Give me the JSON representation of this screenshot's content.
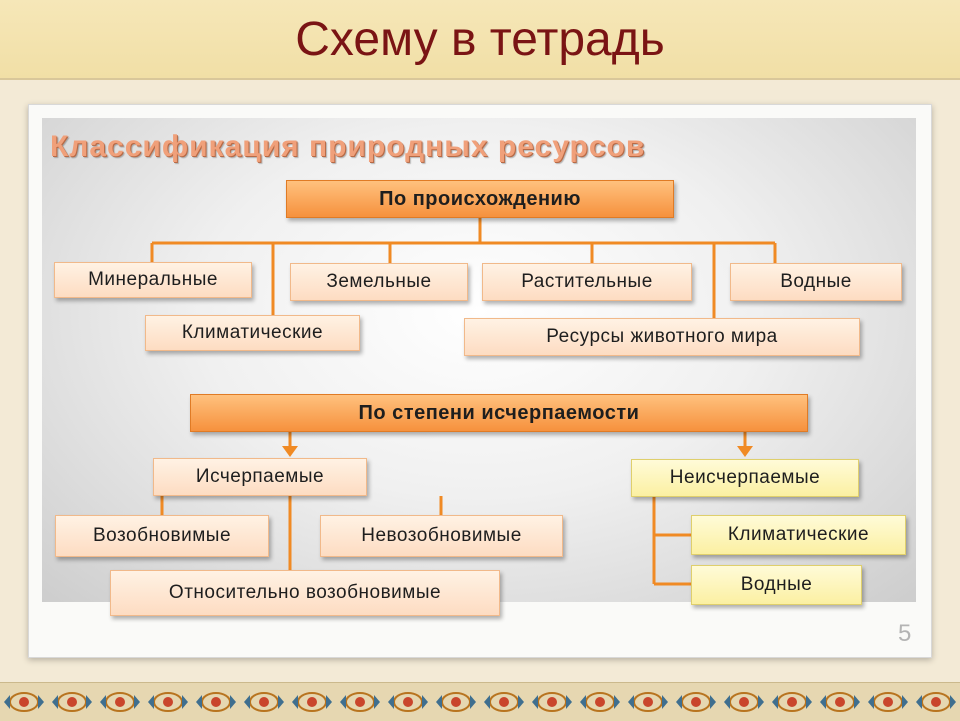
{
  "header": {
    "title": "Схему  в тетрадь"
  },
  "diagram": {
    "title": "Классификация природных ресурсов",
    "origin": {
      "label": "По происхождению",
      "items": {
        "mineral": "Минеральные",
        "climatic": "Климатические",
        "land": "Земельные",
        "plant": "Растительные",
        "water": "Водные",
        "animal": "Ресурсы животного мира"
      }
    },
    "exhaustibility": {
      "label": "По степени исчерпаемости",
      "exhaustible": {
        "label": "Исчерпаемые",
        "renewable": "Возобновимые",
        "nonrenewable": "Невозобновимые",
        "relatively": "Относительно возобновимые"
      },
      "inexhaustible": {
        "label": "Неисчерпаемые",
        "climatic": "Климатические",
        "water": "Водные"
      }
    }
  },
  "page_number": "5",
  "colors": {
    "title_red": "#7a1414",
    "connector_orange": "#f08a24",
    "header_box_orange": "#f6913d",
    "peach_box": "#fddcc2",
    "yellow_box": "#fbf0a2"
  }
}
